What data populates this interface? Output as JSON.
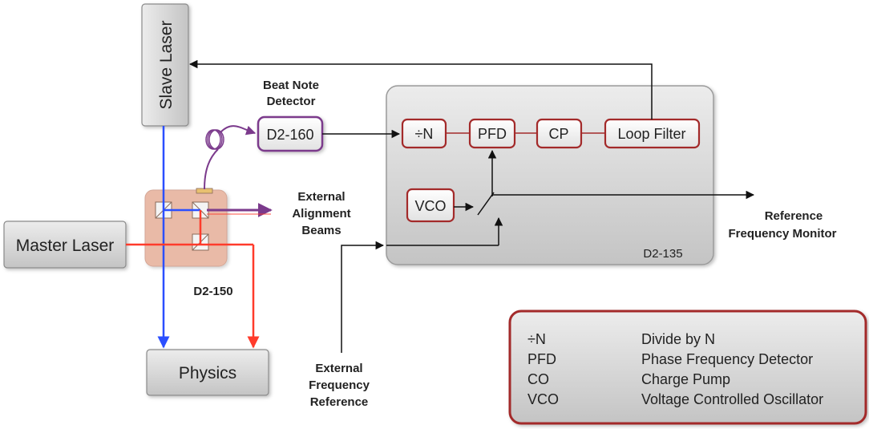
{
  "blocks": {
    "slave_laser": "Slave Laser",
    "master_laser": "Master Laser",
    "physics": "Physics",
    "detector": "D2-160",
    "divide_n": "÷N",
    "pfd": "PFD",
    "cp": "CP",
    "loop_filter": "Loop Filter",
    "vco": "VCO"
  },
  "labels": {
    "beat_note_line1": "Beat Note",
    "beat_note_line2": "Detector",
    "ext_align_line1": "External",
    "ext_align_line2": "Alignment",
    "ext_align_line3": "Beams",
    "ref_mon_line1": "Reference",
    "ref_mon_line2": "Frequency Monitor",
    "d2_150": "D2-150",
    "d2_135": "D2-135",
    "ext_ref_line1": "External",
    "ext_ref_line2": "Frequency",
    "ext_ref_line3": "Reference"
  },
  "legend": {
    "rows": [
      {
        "abbr": "÷N",
        "desc": "Divide by N"
      },
      {
        "abbr": "PFD",
        "desc": "Phase Frequency Detector"
      },
      {
        "abbr": "CO",
        "desc": "Charge Pump"
      },
      {
        "abbr": "VCO",
        "desc": "Voltage Controlled Oscillator"
      }
    ]
  },
  "colors": {
    "blue_beam": "#2b4fff",
    "red_beam": "#ff3b2b",
    "purple_beam": "#7b3a8c",
    "block_border": "#a32a2a",
    "gray_fill": "#d4d4d4"
  }
}
